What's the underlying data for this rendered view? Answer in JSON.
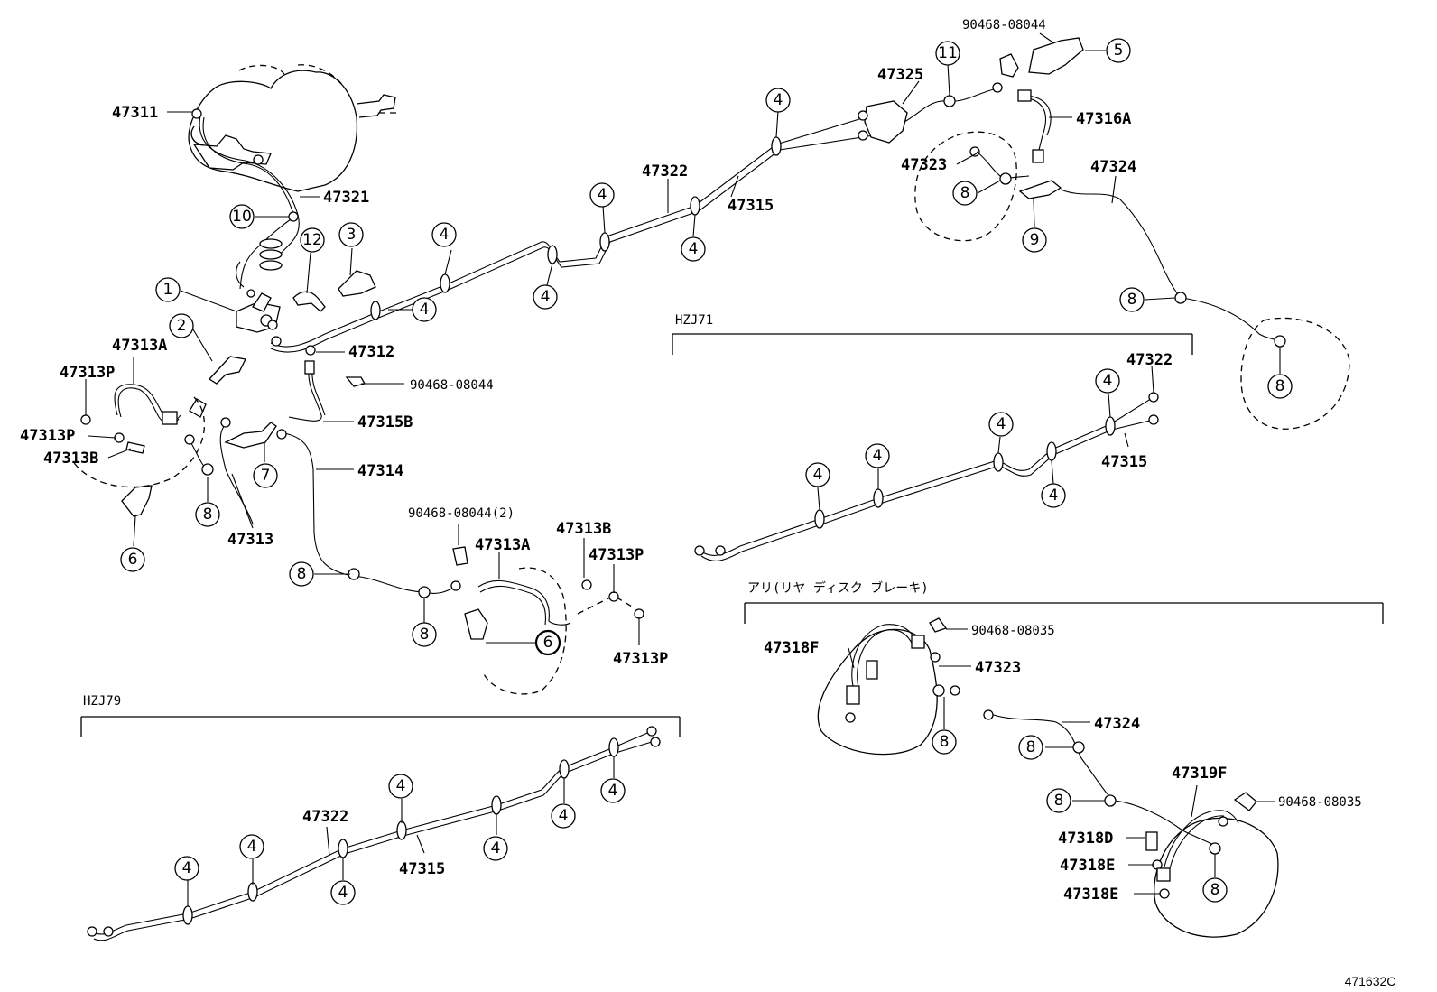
{
  "figure_code": "471632C",
  "sections": {
    "hzj71": "HZJ71",
    "hzj79": "HZJ79",
    "rear_disc": "アリ(リヤ ディスク ブレーキ)"
  },
  "labels": {
    "p47311": "47311",
    "p47321": "47321",
    "p47313a_top": "47313A",
    "p47313p_top": "47313P",
    "p47313p_mid": "47313P",
    "p47313b_left": "47313B",
    "p47312": "47312",
    "p90468_a": "90468-08044",
    "p47315b": "47315B",
    "p47314": "47314",
    "p47313": "47313",
    "p90468_2": "90468-08044(2)",
    "p47313a_low": "47313A",
    "p47313b_low": "47313B",
    "p47313p_low1": "47313P",
    "p47313p_low2": "47313P",
    "p47322_top": "47322",
    "p47315_top": "47315",
    "p90468_top": "90468-08044",
    "p47325": "47325",
    "p47316a": "47316A",
    "p47323_top": "47323",
    "p47324_top": "47324",
    "p47322_71": "47322",
    "p47315_71": "47315",
    "p47322_79": "47322",
    "p47315_79": "47315",
    "p47318f": "47318F",
    "p90468_08035_a": "90468-08035",
    "p47323_rear": "47323",
    "p47324_rear": "47324",
    "p47319f": "47319F",
    "p90468_08035_b": "90468-08035",
    "p47318d": "47318D",
    "p47318e_1": "47318E",
    "p47318e_2": "47318E"
  },
  "callouts": {
    "c1": "1",
    "c2": "2",
    "c3": "3",
    "c4": "4",
    "c5": "5",
    "c6": "6",
    "c7": "7",
    "c8": "8",
    "c9": "9",
    "c10": "10",
    "c11": "11",
    "c12": "12"
  }
}
